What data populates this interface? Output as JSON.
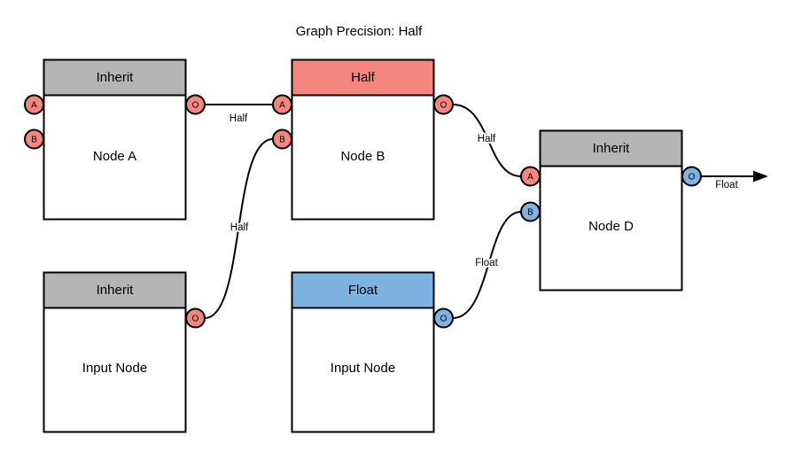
{
  "title": "Graph Precision: Half",
  "colors": {
    "background": "#ffffff",
    "stroke": "#000000",
    "header_gray": "#b5b5b5",
    "header_salmon": "#f5867d",
    "header_blue": "#7eb2e1",
    "port_salmon": "#f5867d",
    "port_blue": "#7eb2e1",
    "node_fill": "#ffffff"
  },
  "nodes": {
    "node_a": {
      "header": "Inherit",
      "label": "Node A",
      "ports": {
        "a": "A",
        "b": "B",
        "o": "O"
      }
    },
    "node_b": {
      "header": "Half",
      "label": "Node B",
      "ports": {
        "a": "A",
        "b": "B",
        "o": "O"
      }
    },
    "node_d": {
      "header": "Inherit",
      "label": "Node D",
      "ports": {
        "a": "A",
        "b": "B",
        "o": "O"
      }
    },
    "input_node_1": {
      "header": "Inherit",
      "label": "Input Node",
      "ports": {
        "o": "O"
      }
    },
    "input_node_2": {
      "header": "Float",
      "label": "Input Node",
      "ports": {
        "o": "O"
      }
    }
  },
  "edges": {
    "node_a_to_node_b": {
      "label": "Half"
    },
    "input_1_to_node_b": {
      "label": "Half"
    },
    "node_b_to_node_d": {
      "label": "Half"
    },
    "input_2_to_node_d": {
      "label": "Float"
    },
    "node_d_output": {
      "label": "Float"
    }
  }
}
